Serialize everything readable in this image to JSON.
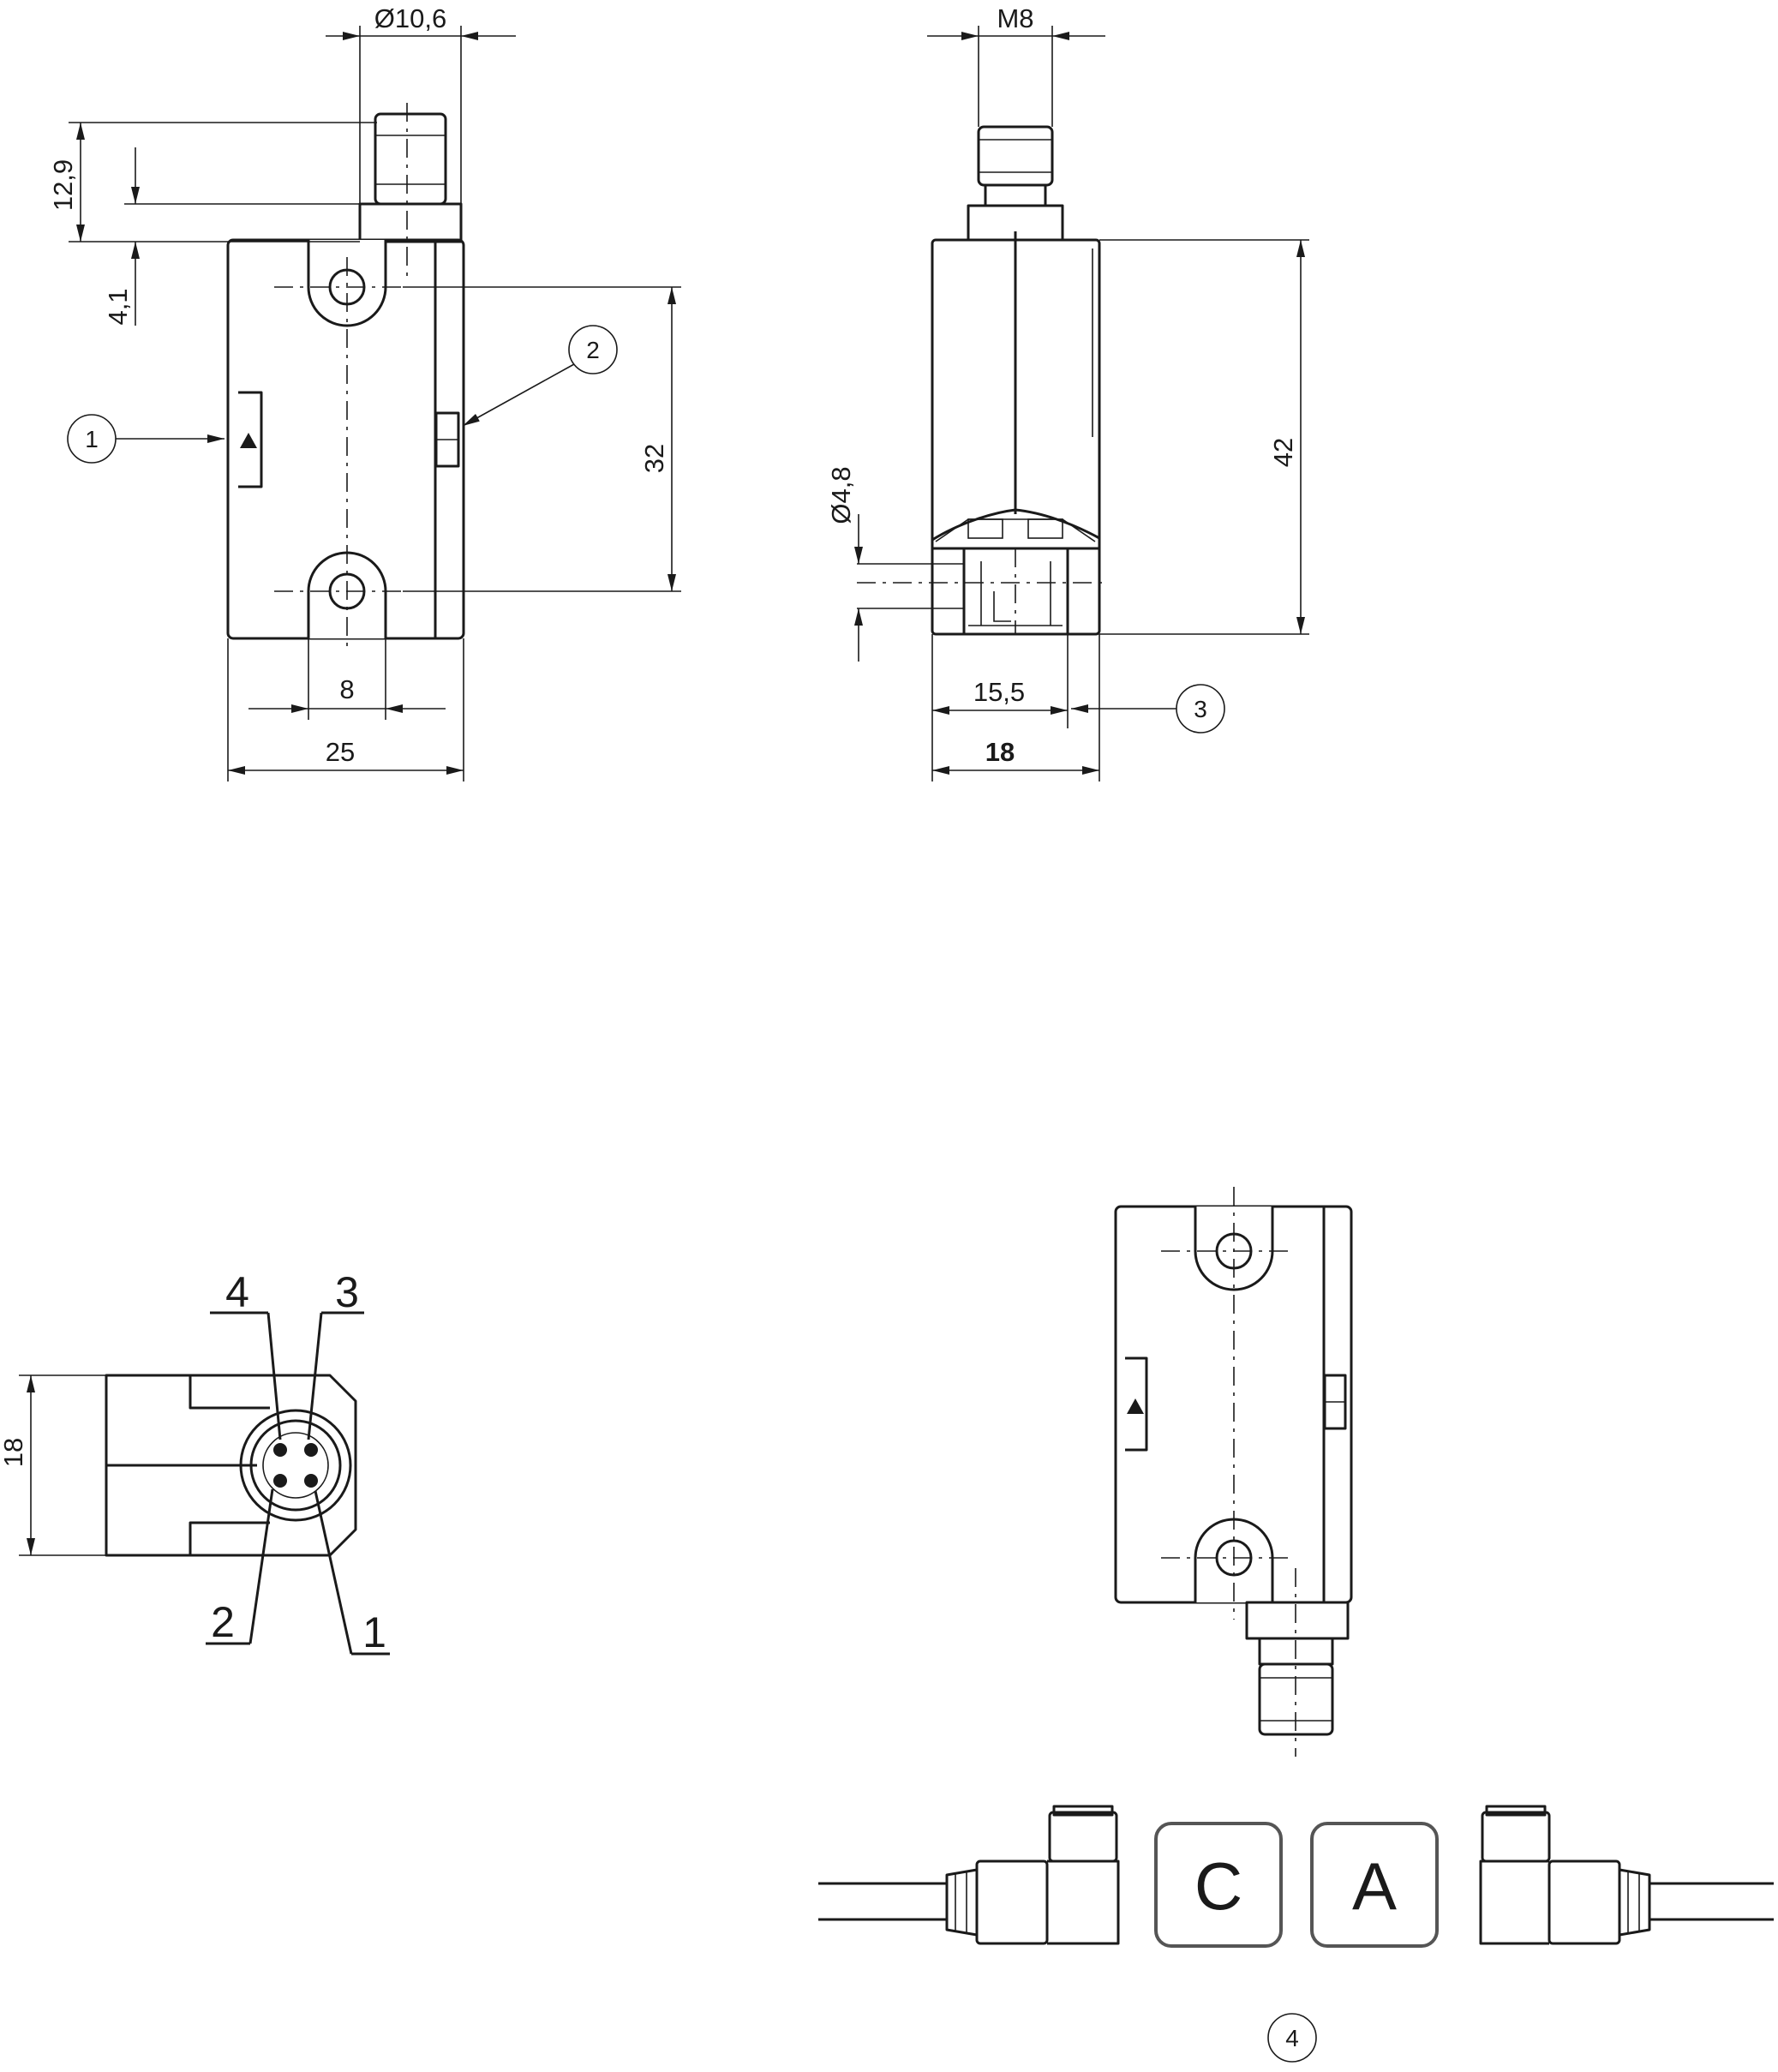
{
  "dimensions": {
    "d_connector_side": "Ø10,6",
    "thread_top": "M8",
    "connector_height": "12,9",
    "offset_height": "4,1",
    "hole_spacing": "32",
    "lug_width": "8",
    "width_front": "25",
    "height_side": "42",
    "hole_diameter": "Ø4,8",
    "width_side_inner": "15,5",
    "width_side": "18",
    "connector_view_height": "18"
  },
  "callouts": [
    "1",
    "2",
    "3",
    "4"
  ],
  "pins": [
    "1",
    "2",
    "3",
    "4"
  ],
  "actuator_codes": [
    "C",
    "A"
  ]
}
